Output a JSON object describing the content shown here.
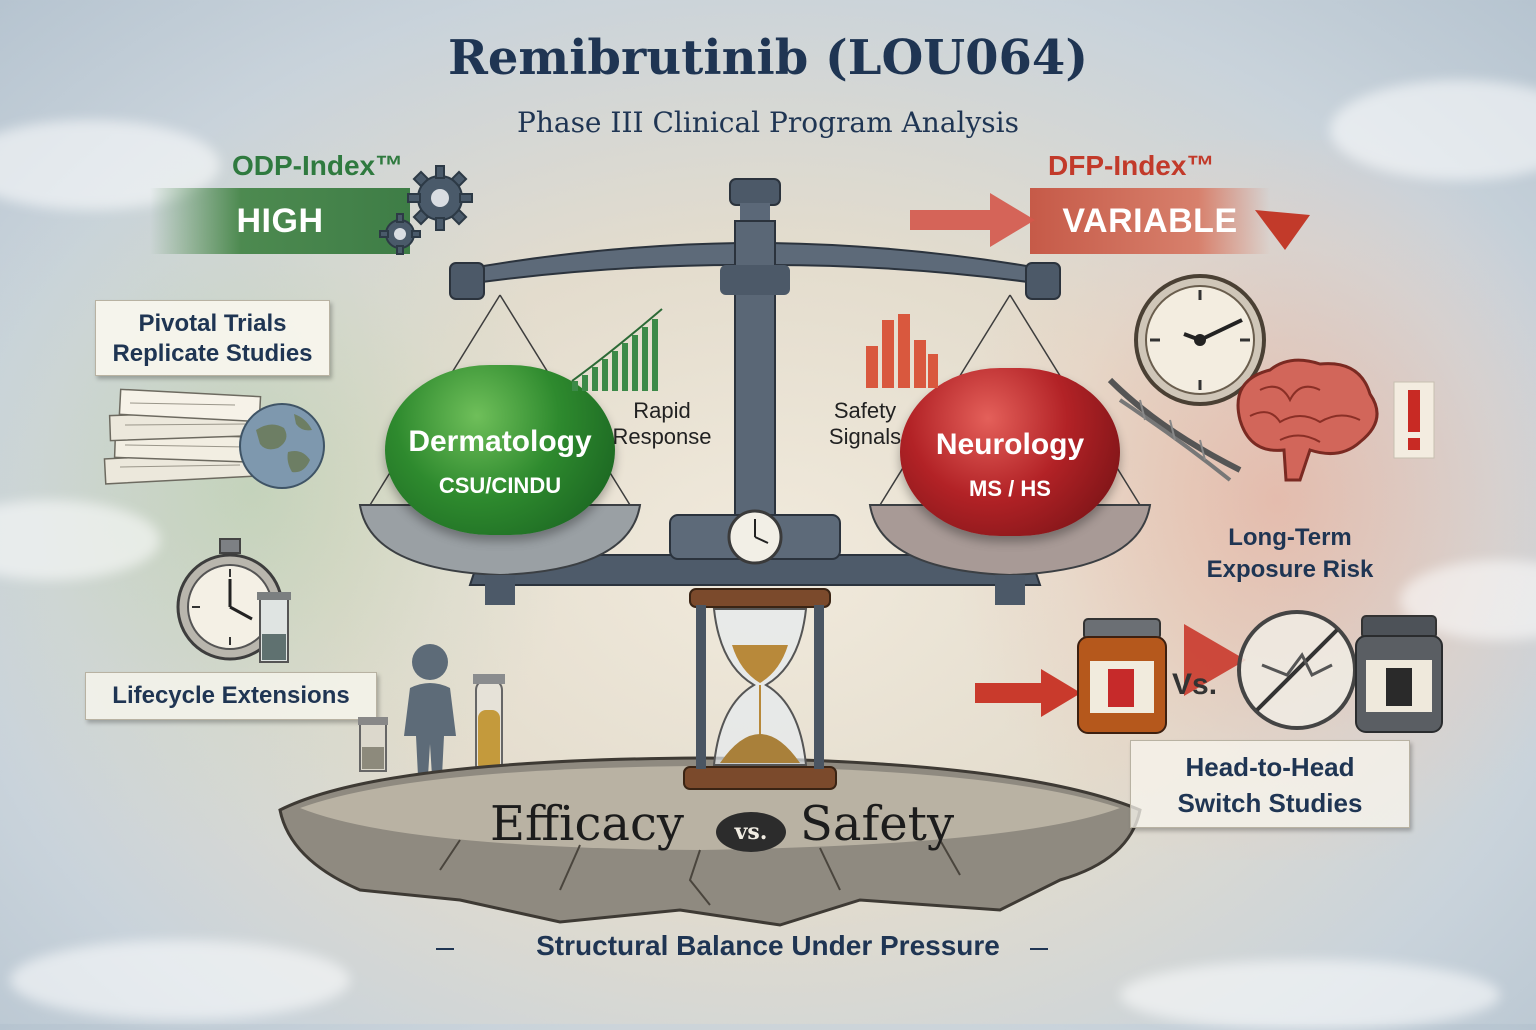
{
  "header": {
    "title": "Remibrutinib (LOU064)",
    "subtitle": "Phase III Clinical Program Analysis"
  },
  "left_index": {
    "label": "ODP-Index™",
    "value": "HIGH",
    "color": "#2f7a3f"
  },
  "right_index": {
    "label": "DFP-Index™",
    "value": "VARIABLE",
    "color": "#c23a2a"
  },
  "left_notes": {
    "pivotal_line1": "Pivotal Trials",
    "pivotal_line2": "Replicate Studies",
    "lifecycle": "Lifecycle Extensions"
  },
  "right_notes": {
    "exposure_line1": "Long-Term",
    "exposure_line2": "Exposure Risk",
    "h2h_line1": "Head-to-Head",
    "h2h_line2": "Switch Studies",
    "vs_label": "Vs."
  },
  "scale": {
    "left_ball_title": "Dermatology",
    "left_ball_sub": "CSU/CINDU",
    "right_ball_title": "Neurology",
    "right_ball_sub": "MS / HS",
    "left_note_line1": "Rapid",
    "left_note_line2": "Response",
    "right_note_line1": "Safety",
    "right_note_line2": "Signals"
  },
  "base": {
    "efficacy": "Efficacy",
    "vs": "vs.",
    "safety": "Safety"
  },
  "footer": {
    "text": "Structural Balance Under Pressure"
  },
  "icons": [
    "gear-icon",
    "document-stack-icon",
    "globe-icon",
    "stopwatch-icon",
    "test-tube-icon",
    "child-silhouette-icon",
    "clock-icon",
    "brain-icon",
    "warning-icon",
    "medicine-jar-icon",
    "hourglass-icon",
    "bar-chart-icon",
    "arrow-icon"
  ]
}
